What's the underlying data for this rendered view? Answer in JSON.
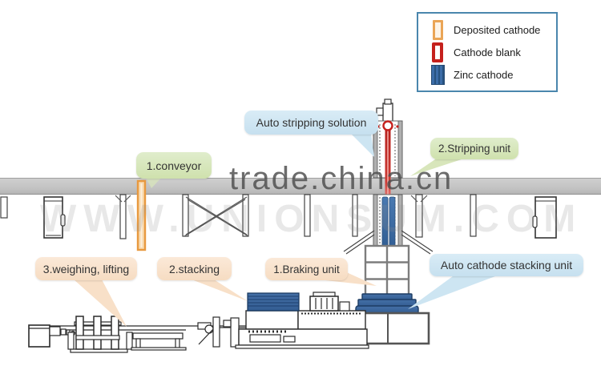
{
  "legend": {
    "items": [
      {
        "label": "Deposited cathode",
        "swatch": "deposited-cathode",
        "color": "#EAA556"
      },
      {
        "label": "Cathode blank",
        "swatch": "cathode-blank",
        "color": "#C5211D"
      },
      {
        "label": "Zinc cathode",
        "swatch": "zinc-cathode",
        "color": "#3C6DA8"
      }
    ]
  },
  "callouts": [
    {
      "label": "Auto stripping solution",
      "style": "blue"
    },
    {
      "label": "2.Stripping unit",
      "style": "green"
    },
    {
      "label": "1.conveyor",
      "style": "green"
    },
    {
      "label": "3.weighing, lifting",
      "style": "peach"
    },
    {
      "label": "2.stacking",
      "style": "peach"
    },
    {
      "label": "1.Braking unit",
      "style": "peach"
    },
    {
      "label": "Auto cathode stacking unit",
      "style": "blue"
    }
  ],
  "watermarks": {
    "center": "trade.china.cn",
    "background": "WWW.UNIONSUM.COM"
  },
  "colors": {
    "legend_border": "#4A86AD",
    "deposited_orange": "#EAA556",
    "blank_red": "#C5211D",
    "zinc_blue": "#3C6DA8",
    "bubble_blue": "#CDE5F2",
    "bubble_green": "#D8E6BB",
    "bubble_peach": "#F8E0C8",
    "beam_gray": "#C3C3C3"
  }
}
